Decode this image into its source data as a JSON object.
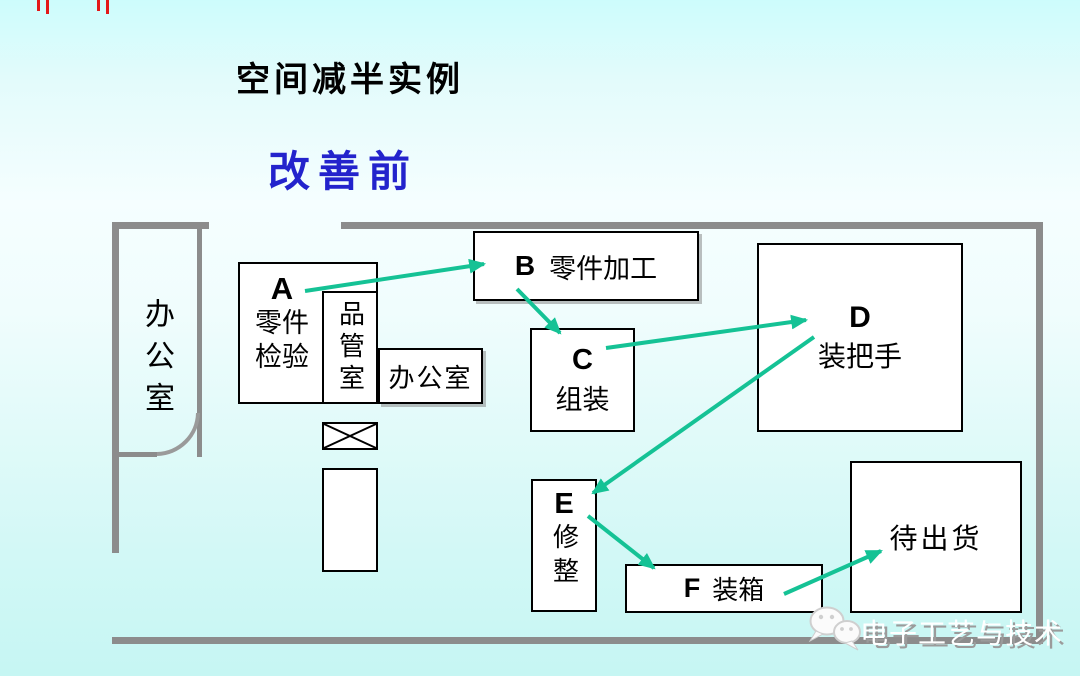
{
  "title": {
    "text": "空间减半实例"
  },
  "subtitle": {
    "text": "改善前"
  },
  "rooms": {
    "office_left": {
      "label": "办公室"
    },
    "station_a": {
      "letter": "A",
      "line1": "零件",
      "line2": "检验"
    },
    "quality_room": {
      "label": "品管室"
    },
    "office_small": {
      "label": "办公室"
    },
    "station_b": {
      "letter": "B",
      "name": "零件加工"
    },
    "station_c": {
      "letter": "C",
      "name": "组装"
    },
    "station_d": {
      "letter": "D",
      "name": "装把手"
    },
    "station_e": {
      "letter": "E",
      "name": "修整"
    },
    "station_f": {
      "letter": "F",
      "name": "装箱"
    },
    "shipping_area": {
      "label": "待出货"
    }
  },
  "flow_arrows": [
    {
      "from": "A 零件检验",
      "to": "B 零件加工"
    },
    {
      "from": "B 零件加工",
      "to": "C 组装"
    },
    {
      "from": "C 组装",
      "to": "D 装把手"
    },
    {
      "from": "D 装把手",
      "to": "E 修整"
    },
    {
      "from": "E 修整",
      "to": "F 装箱"
    },
    {
      "from": "F 装箱",
      "to": "待出货"
    }
  ],
  "colors": {
    "arrow": "#15C295",
    "wall": "#8C8C8C",
    "box_border": "#000000",
    "box_fill": "#FFFFFF",
    "subtitle_blue": "#2323CC",
    "watermark_text": "#FFFFFF",
    "watermark_shadow": "#9B9B9B",
    "red_fragment": "#E60000"
  },
  "watermark": {
    "text": "电子工艺与技术",
    "logo": "wechat-chat-bubbles-icon"
  }
}
